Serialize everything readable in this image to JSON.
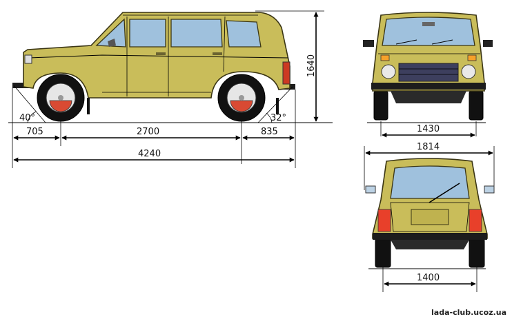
{
  "colors": {
    "body": "#c9bd5a",
    "outline": "#3a3514",
    "glass": "#9fc1dd",
    "tire": "#111111",
    "rim": "#e6e6e6",
    "hub": "#d94a33",
    "grille": "#3d3f5e",
    "tail": "#e8402a"
  },
  "side_view": {
    "front_overhang": "705",
    "wheelbase": "2700",
    "rear_overhang": "835",
    "overall_length": "4240",
    "height": "1640",
    "approach_angle": "40°",
    "departure_angle": "32°"
  },
  "front_view": {
    "track": "1430"
  },
  "rear_view": {
    "overall_width": "1814",
    "track": "1400"
  },
  "watermark": "lada-club.ucoz.ua"
}
